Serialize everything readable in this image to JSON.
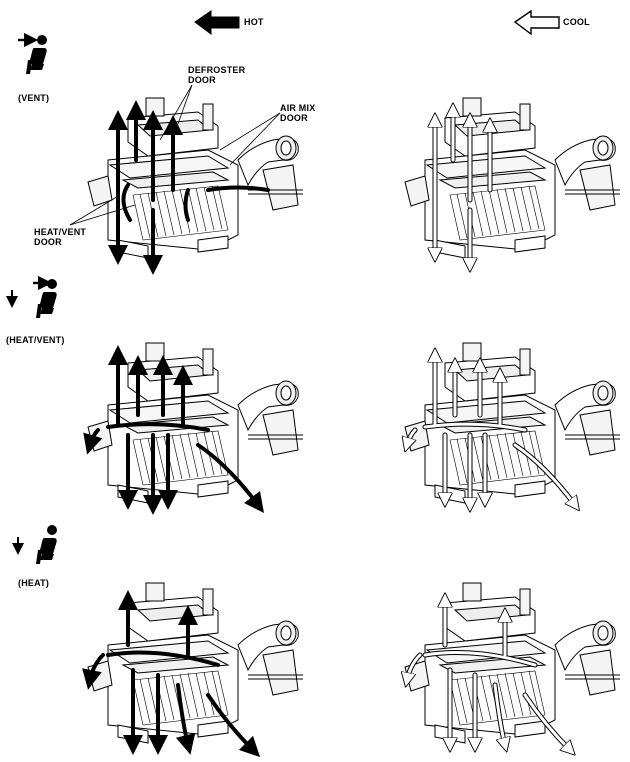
{
  "legend": {
    "hot": "HOT",
    "cool": "COOL",
    "hot_arrow_color": "#000000",
    "cool_arrow_color": "#ffffff"
  },
  "modes": [
    {
      "label": "(VENT)",
      "icon": "vent-mode-icon"
    },
    {
      "label": "(HEAT/VENT)",
      "icon": "heat-vent-mode-icon"
    },
    {
      "label": "(HEAT)",
      "icon": "heat-mode-icon"
    }
  ],
  "callouts": {
    "defroster_door_1": "DEFROSTER",
    "defroster_door_2": "DOOR",
    "air_mix_door_1": "AIR MIX",
    "air_mix_door_2": "DOOR",
    "heat_vent_door_1": "HEAT/VENT",
    "heat_vent_door_2": "DOOR"
  }
}
